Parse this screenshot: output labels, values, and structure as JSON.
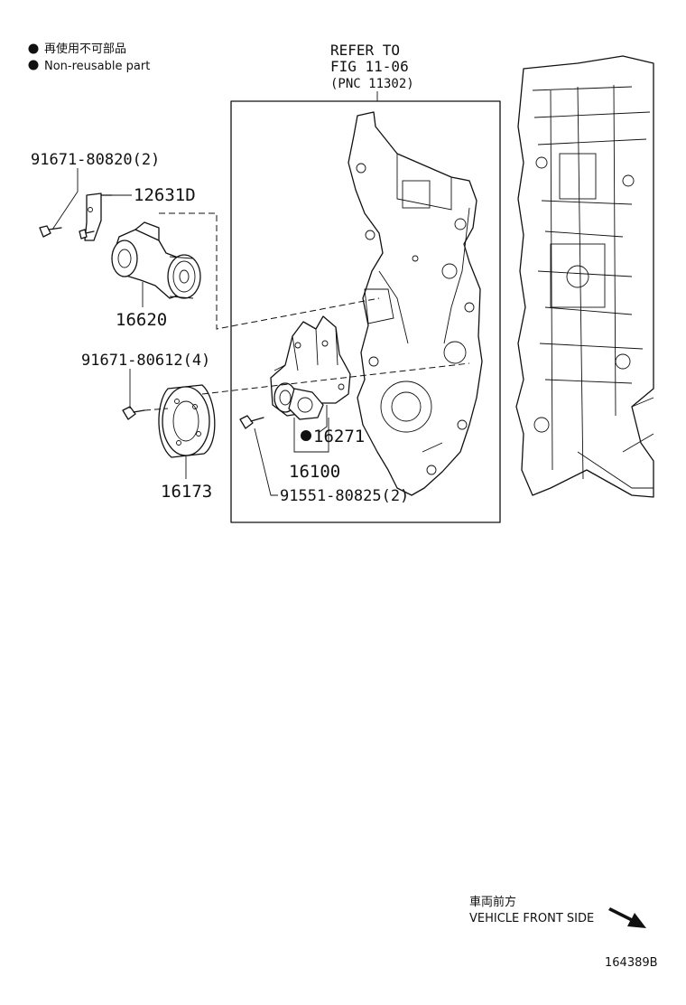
{
  "legend": {
    "items": [
      {
        "text": "再使用不可部品"
      },
      {
        "text": "Non-reusable part"
      }
    ]
  },
  "reference": {
    "line1": "REFER TO",
    "line2": "FIG 11-06",
    "line3": "(PNC 11302)"
  },
  "parts": {
    "bolt_91671_80820": "91671-80820(2)",
    "bracket_12631D": "12631D",
    "tensioner_16620": "16620",
    "bolt_91671_80612": "91671-80612(4)",
    "pulley_16173": "16173",
    "gasket_16271": "16271",
    "water_pump_16100": "16100",
    "bolt_91551_80825": "91551-80825(2)"
  },
  "direction": {
    "jp": "車両前方",
    "en": "VEHICLE FRONT SIDE"
  },
  "figure_id": "164389B"
}
